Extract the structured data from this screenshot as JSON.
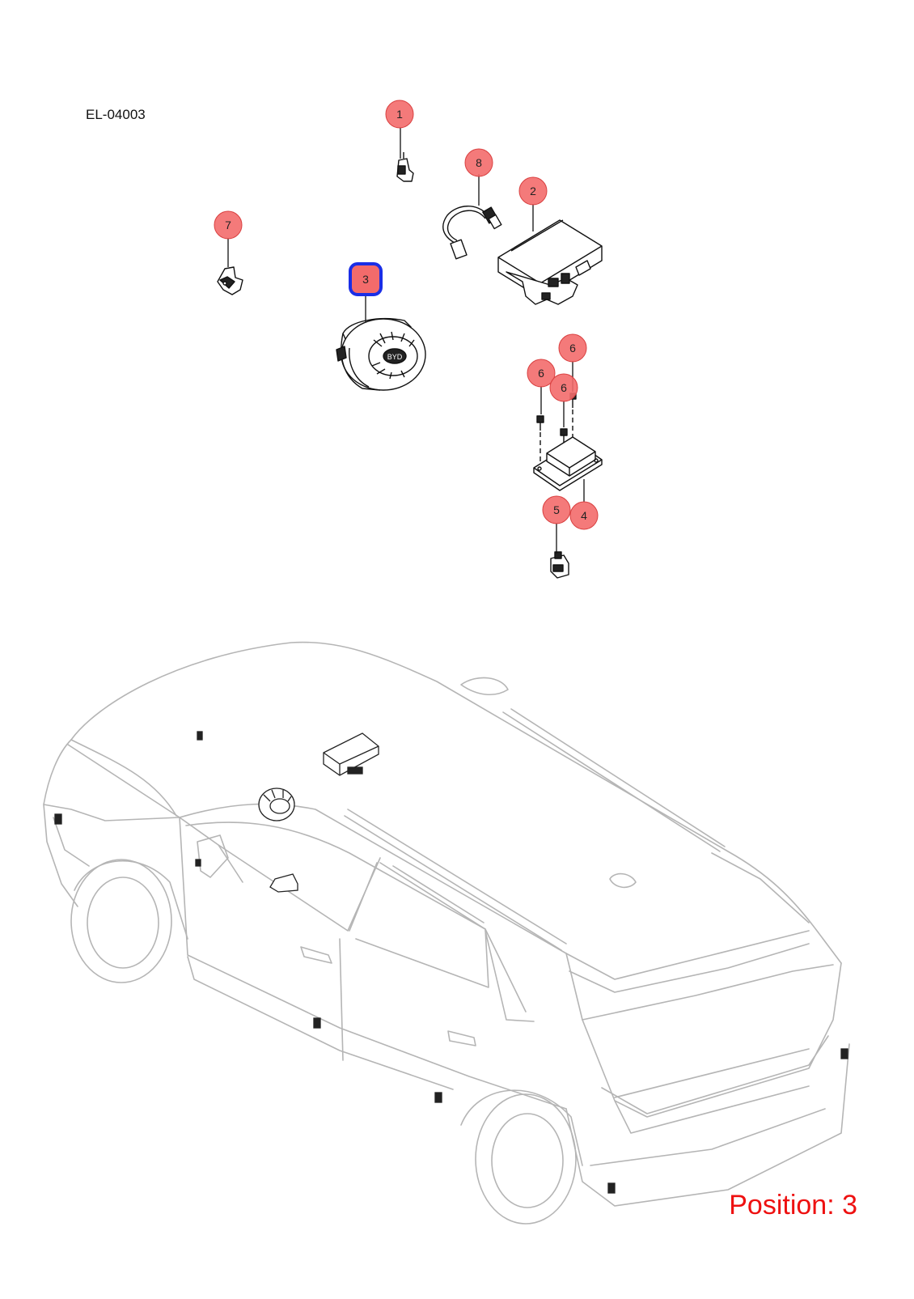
{
  "diagram": {
    "code": "EL-04003",
    "position_text": "Position: 3",
    "selected_callout": "3",
    "callouts": [
      {
        "id": "callout-1",
        "label": "1"
      },
      {
        "id": "callout-8",
        "label": "8"
      },
      {
        "id": "callout-2",
        "label": "2"
      },
      {
        "id": "callout-7",
        "label": "7"
      },
      {
        "id": "callout-3",
        "label": "3"
      },
      {
        "id": "callout-6a",
        "label": "6"
      },
      {
        "id": "callout-6b",
        "label": "6"
      },
      {
        "id": "callout-6c",
        "label": "6"
      },
      {
        "id": "callout-5",
        "label": "5"
      },
      {
        "id": "callout-4",
        "label": "4"
      }
    ],
    "colors": {
      "callout_fill": "#f36b6b",
      "callout_stroke": "#d94040",
      "selected_stroke": "#1a2ee6",
      "position_text": "#ee1111",
      "vehicle_line": "#b5b5b5",
      "part_line": "#111111"
    }
  }
}
